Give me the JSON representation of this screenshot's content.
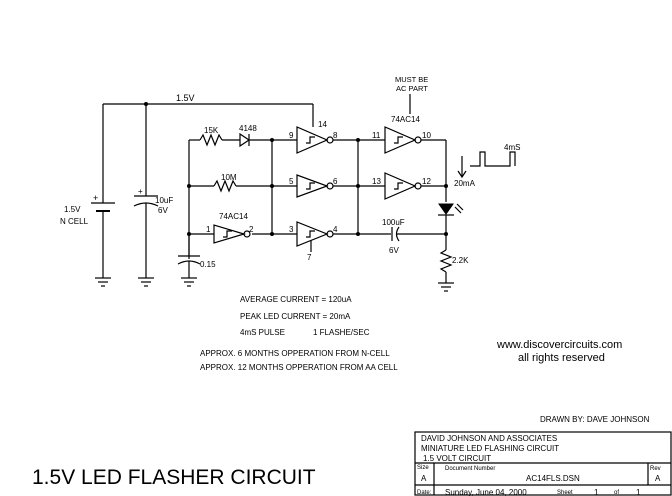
{
  "rail_label": "1.5V",
  "note_must_be": [
    "MUST BE",
    "AC PART"
  ],
  "ic_label_top": "74AC14",
  "ic_label_left": "74AC14",
  "battery": {
    "value": "1.5V",
    "type": "N CELL",
    "plus": "+"
  },
  "cap_main": {
    "value": "10uF",
    "voltage": "6V",
    "plus": "+"
  },
  "resistor_15k": "15K",
  "diode_4148": "4148",
  "resistor_10m": "10M",
  "cap_timing": "0.15",
  "cap_coupling": {
    "value": "100uF",
    "voltage": "6V"
  },
  "resistor_2k2": "2.2K",
  "current_label": "20mA",
  "pulse_label": "4mS",
  "pins": {
    "g1_in": "1",
    "g1_out": "2",
    "g2_in": "9",
    "g2_out": "8",
    "g3_in": "5",
    "g3_out": "6",
    "g4_in": "3",
    "g4_out": "4",
    "g5_in": "11",
    "g5_out": "10",
    "g6_in": "13",
    "g6_out": "12",
    "vcc": "14",
    "gnd": "7"
  },
  "specs": [
    "AVERAGE CURRENT = 120uA",
    "PEAK LED CURRENT = 20mA",
    "4mS PULSE",
    "1 FLASHE/SEC"
  ],
  "notes": [
    "APPROX. 6 MONTHS OPPERATION FROM N-CELL",
    "APPROX. 12 MONTHS OPPERATION FROM AA CELL"
  ],
  "website": "www.discovercircuits.com",
  "rights": "all rights reserved",
  "drawn_by": "DRAWN BY: DAVE JOHNSON",
  "title": "1.5V LED FLASHER CIRCUIT",
  "title_block": {
    "company": "DAVID JOHNSON AND ASSOCIATES",
    "line2": "MINIATURE LED FLASHING CIRCUIT",
    "line3": "1.5 VOLT CIRCUIT",
    "size_label": "Size",
    "size": "A",
    "docnum_label": "Document Number",
    "docnum": "AC14FLS.DSN",
    "rev_label": "Rev",
    "rev": "A",
    "date_label": "Date:",
    "date": "Sunday, June 04, 2000",
    "sheet_label": "Sheet",
    "sheet": "1",
    "of_label": "of",
    "sheet_total": "1"
  }
}
